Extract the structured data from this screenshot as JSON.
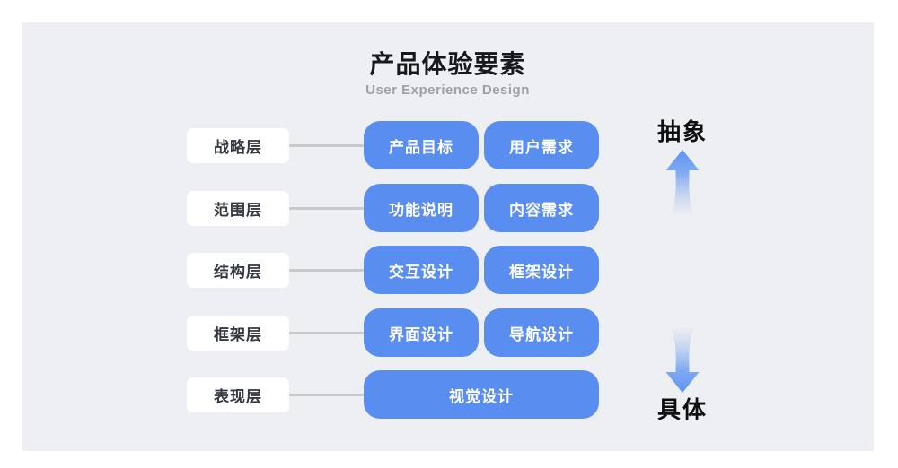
{
  "header": {
    "title": "产品体验要素",
    "subtitle": "User Experience Design"
  },
  "rows": [
    {
      "label": "战略层",
      "boxes": [
        "产品目标",
        "用户需求"
      ]
    },
    {
      "label": "范围层",
      "boxes": [
        "功能说明",
        "内容需求"
      ]
    },
    {
      "label": "结构层",
      "boxes": [
        "交互设计",
        "框架设计"
      ]
    },
    {
      "label": "框架层",
      "boxes": [
        "界面设计",
        "导航设计"
      ]
    },
    {
      "label": "表现层",
      "boxes": [
        "视觉设计"
      ]
    }
  ],
  "axis": {
    "top_label": "抽象",
    "bottom_label": "具体"
  },
  "colors": {
    "panel_bg": "#EEEFF2",
    "box_blue": "#5A8DF0",
    "box_text": "#FFFFFF",
    "label_box_bg": "#FFFFFF",
    "label_text": "#34383F",
    "connector": "#C7C9CD",
    "title": "#17181B",
    "subtitle": "#9DA0A6",
    "arrow_blue": "#5C92F4"
  }
}
